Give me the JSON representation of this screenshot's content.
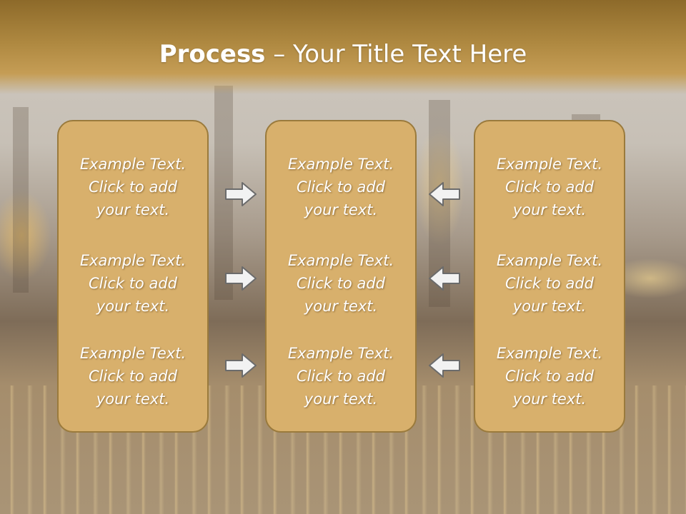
{
  "title": {
    "bold": "Process",
    "rest": " – Your Title Text Here"
  },
  "panels": [
    {
      "items": [
        {
          "line1": "Example Text.",
          "line2": "Click  to add",
          "line3": "your text."
        },
        {
          "line1": "Example Text.",
          "line2": "Click  to add",
          "line3": "your text."
        },
        {
          "line1": "Example Text.",
          "line2": "Click  to add",
          "line3": "your text."
        }
      ]
    },
    {
      "items": [
        {
          "line1": "Example Text.",
          "line2": "Click  to add",
          "line3": "your text."
        },
        {
          "line1": "Example Text.",
          "line2": "Click  to add",
          "line3": "your text."
        },
        {
          "line1": "Example Text.",
          "line2": "Click  to add",
          "line3": "your text."
        }
      ]
    },
    {
      "items": [
        {
          "line1": "Example Text.",
          "line2": "Click  to add",
          "line3": "your text."
        },
        {
          "line1": "Example Text.",
          "line2": "Click  to add",
          "line3": "your text."
        },
        {
          "line1": "Example Text.",
          "line2": "Click  to add",
          "line3": "your text."
        }
      ]
    }
  ],
  "icons": {
    "left_arrows": "arrow-right-icon",
    "right_arrows": "arrow-left-icon"
  },
  "colors": {
    "title_band": "#ae8840",
    "panel_fill": "#d8b06c",
    "panel_border": "#9a7a3c",
    "arrow_fill": "#f2f2f2",
    "arrow_stroke": "#6b6b6b"
  }
}
